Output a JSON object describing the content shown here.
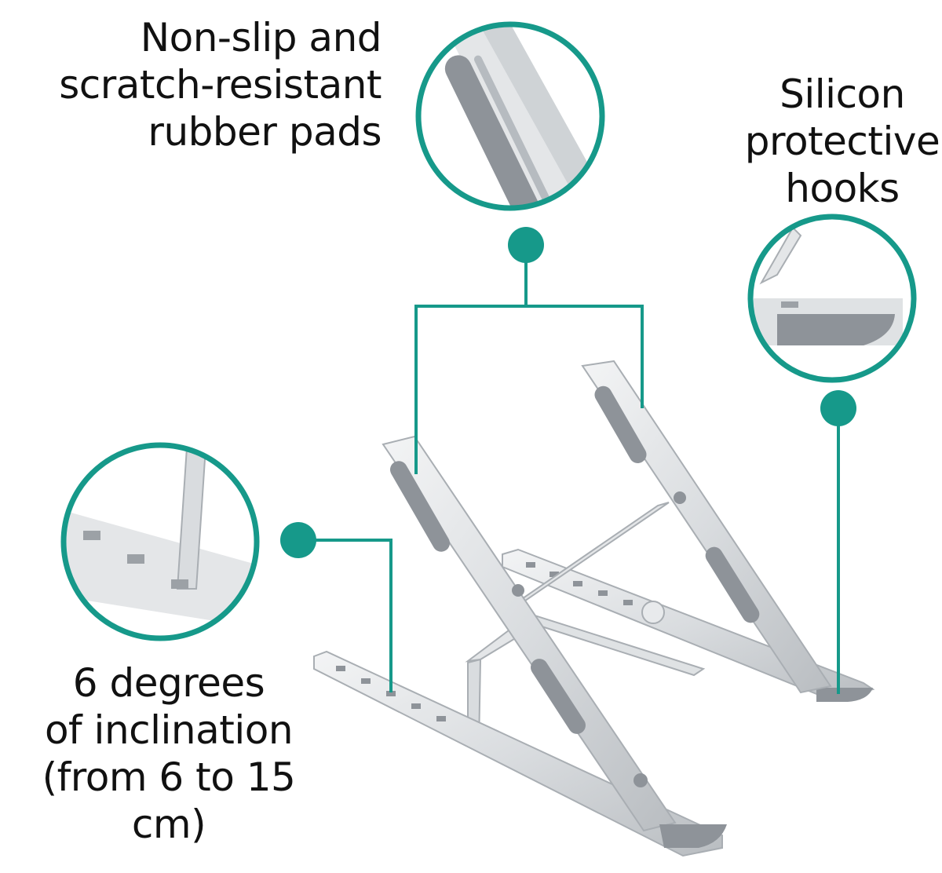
{
  "colors": {
    "accent": "#16998a",
    "background": "#ffffff",
    "text": "#111111",
    "metal": "#d9dcdf",
    "metal_shadow": "#a9aeb3",
    "pad": "#8e9399"
  },
  "callouts": {
    "rubber_pads": {
      "lines": [
        "Non-slip and",
        "scratch-resistant",
        "rubber pads"
      ]
    },
    "protective_hooks": {
      "lines": [
        "Silicon",
        "protective",
        "hooks"
      ]
    },
    "inclination": {
      "lines": [
        "6 degrees",
        "of inclination",
        "(from 6 to 15 cm)"
      ]
    }
  }
}
